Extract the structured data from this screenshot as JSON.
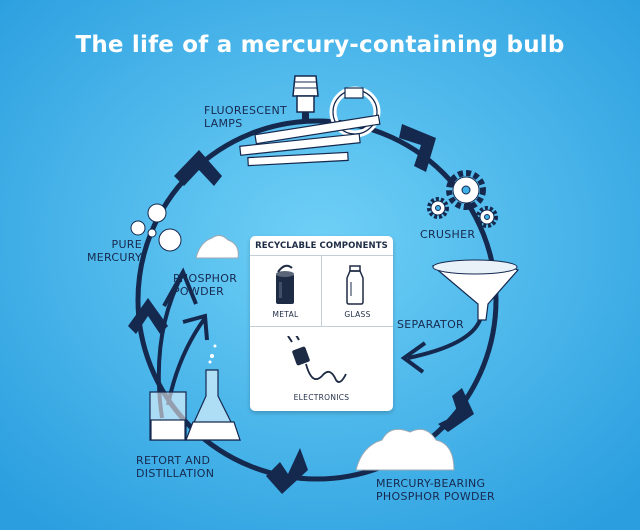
{
  "title": "The life of a mercury-containing bulb",
  "labels": {
    "fluorescent_lamps": [
      "FLUORESCENT",
      "LAMPS"
    ],
    "crusher": "CRUSHER",
    "separator": "SEPARATOR",
    "mercury_bearing": [
      "MERCURY-BEARING",
      "PHOSPHOR POWDER"
    ],
    "retort": [
      "RETORT AND",
      "DISTILLATION"
    ],
    "pure_mercury": [
      "PURE",
      "MERCURY"
    ],
    "phosphor_powder": [
      "PHOSPHOR",
      "POWDER"
    ]
  },
  "recyclable": {
    "title": "RECYCLABLE COMPONENTS",
    "metal": "METAL",
    "glass": "GLASS",
    "electronics": "ELECTRONICS"
  },
  "colors": {
    "background": "#3fb0e8",
    "cycle": "#15294f",
    "text": "#17294f"
  }
}
